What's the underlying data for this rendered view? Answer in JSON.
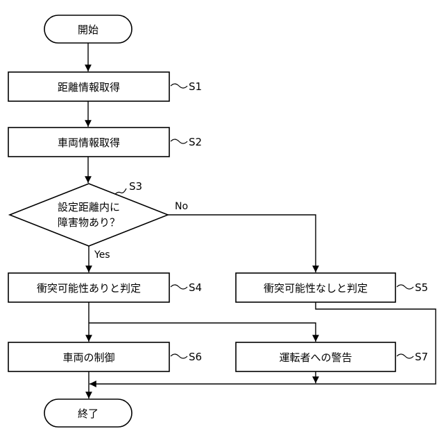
{
  "flowchart": {
    "start": "開始",
    "end": "終了",
    "steps": {
      "s1": {
        "text": "距離情報取得",
        "label": "S1"
      },
      "s2": {
        "text": "車両情報取得",
        "label": "S2"
      },
      "s3": {
        "lines": [
          "設定距離内に",
          "障害物あり？"
        ],
        "label": "S3",
        "yes": "Yes",
        "no": "No"
      },
      "s4": {
        "text": "衝突可能性ありと判定",
        "label": "S4"
      },
      "s5": {
        "text": "衝突可能性なしと判定",
        "label": "S5"
      },
      "s6": {
        "text": "車両の制御",
        "label": "S6"
      },
      "s7": {
        "text": "運転者への警告",
        "label": "S7"
      }
    }
  }
}
